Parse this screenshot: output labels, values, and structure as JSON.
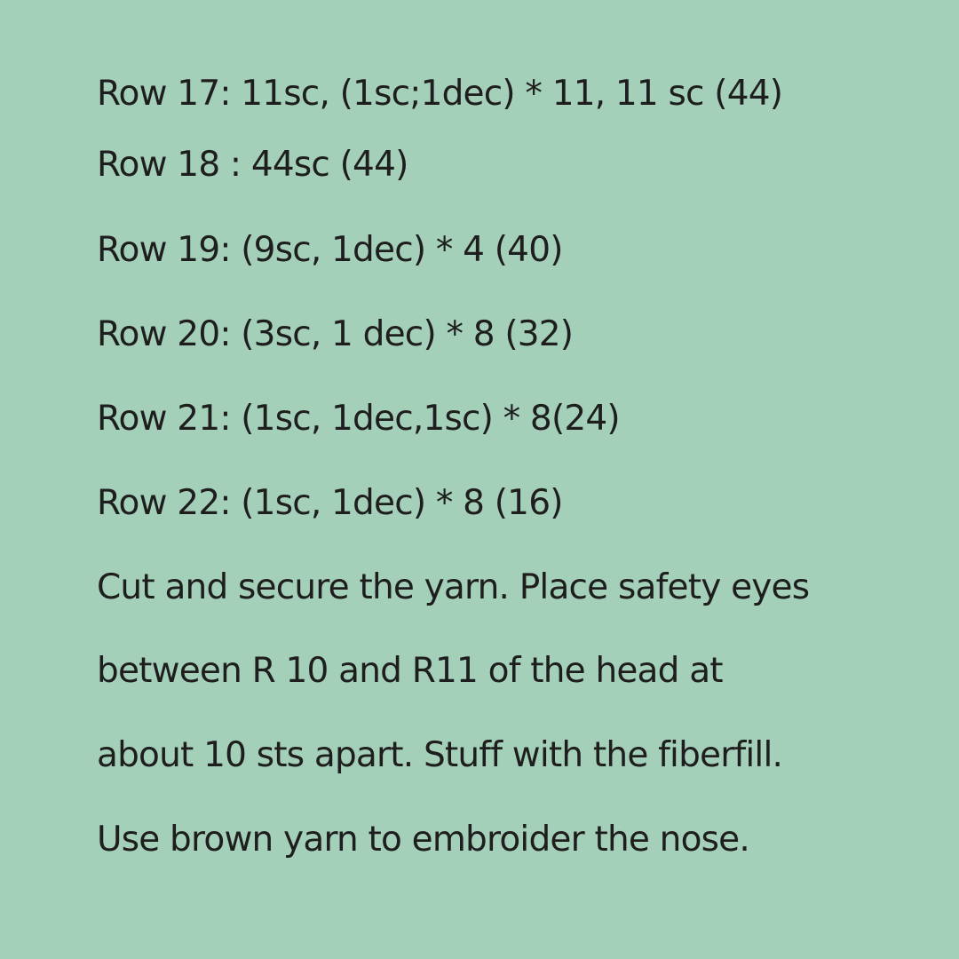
{
  "pattern": {
    "rows": [
      "Row 17: 11sc, (1sc;1dec) * 11, 11 sc (44)",
      "Row 18 : 44sc (44)",
      "Row 19: (9sc, 1dec) * 4 (40)",
      "Row 20: (3sc, 1 dec) * 8 (32)",
      "Row 21: (1sc, 1dec,1sc) * 8(24)",
      "Row 22: (1sc, 1dec) * 8 (16)"
    ],
    "instructions": [
      "Cut and secure the yarn. Place safety eyes",
      "between R 10 and R11 of the head at",
      "about 10 sts apart. Stuff with the fiberfill.",
      "Use brown yarn to embroider the nose."
    ]
  },
  "colors": {
    "background": "#a4d0b9",
    "text": "#1e1e1e"
  }
}
